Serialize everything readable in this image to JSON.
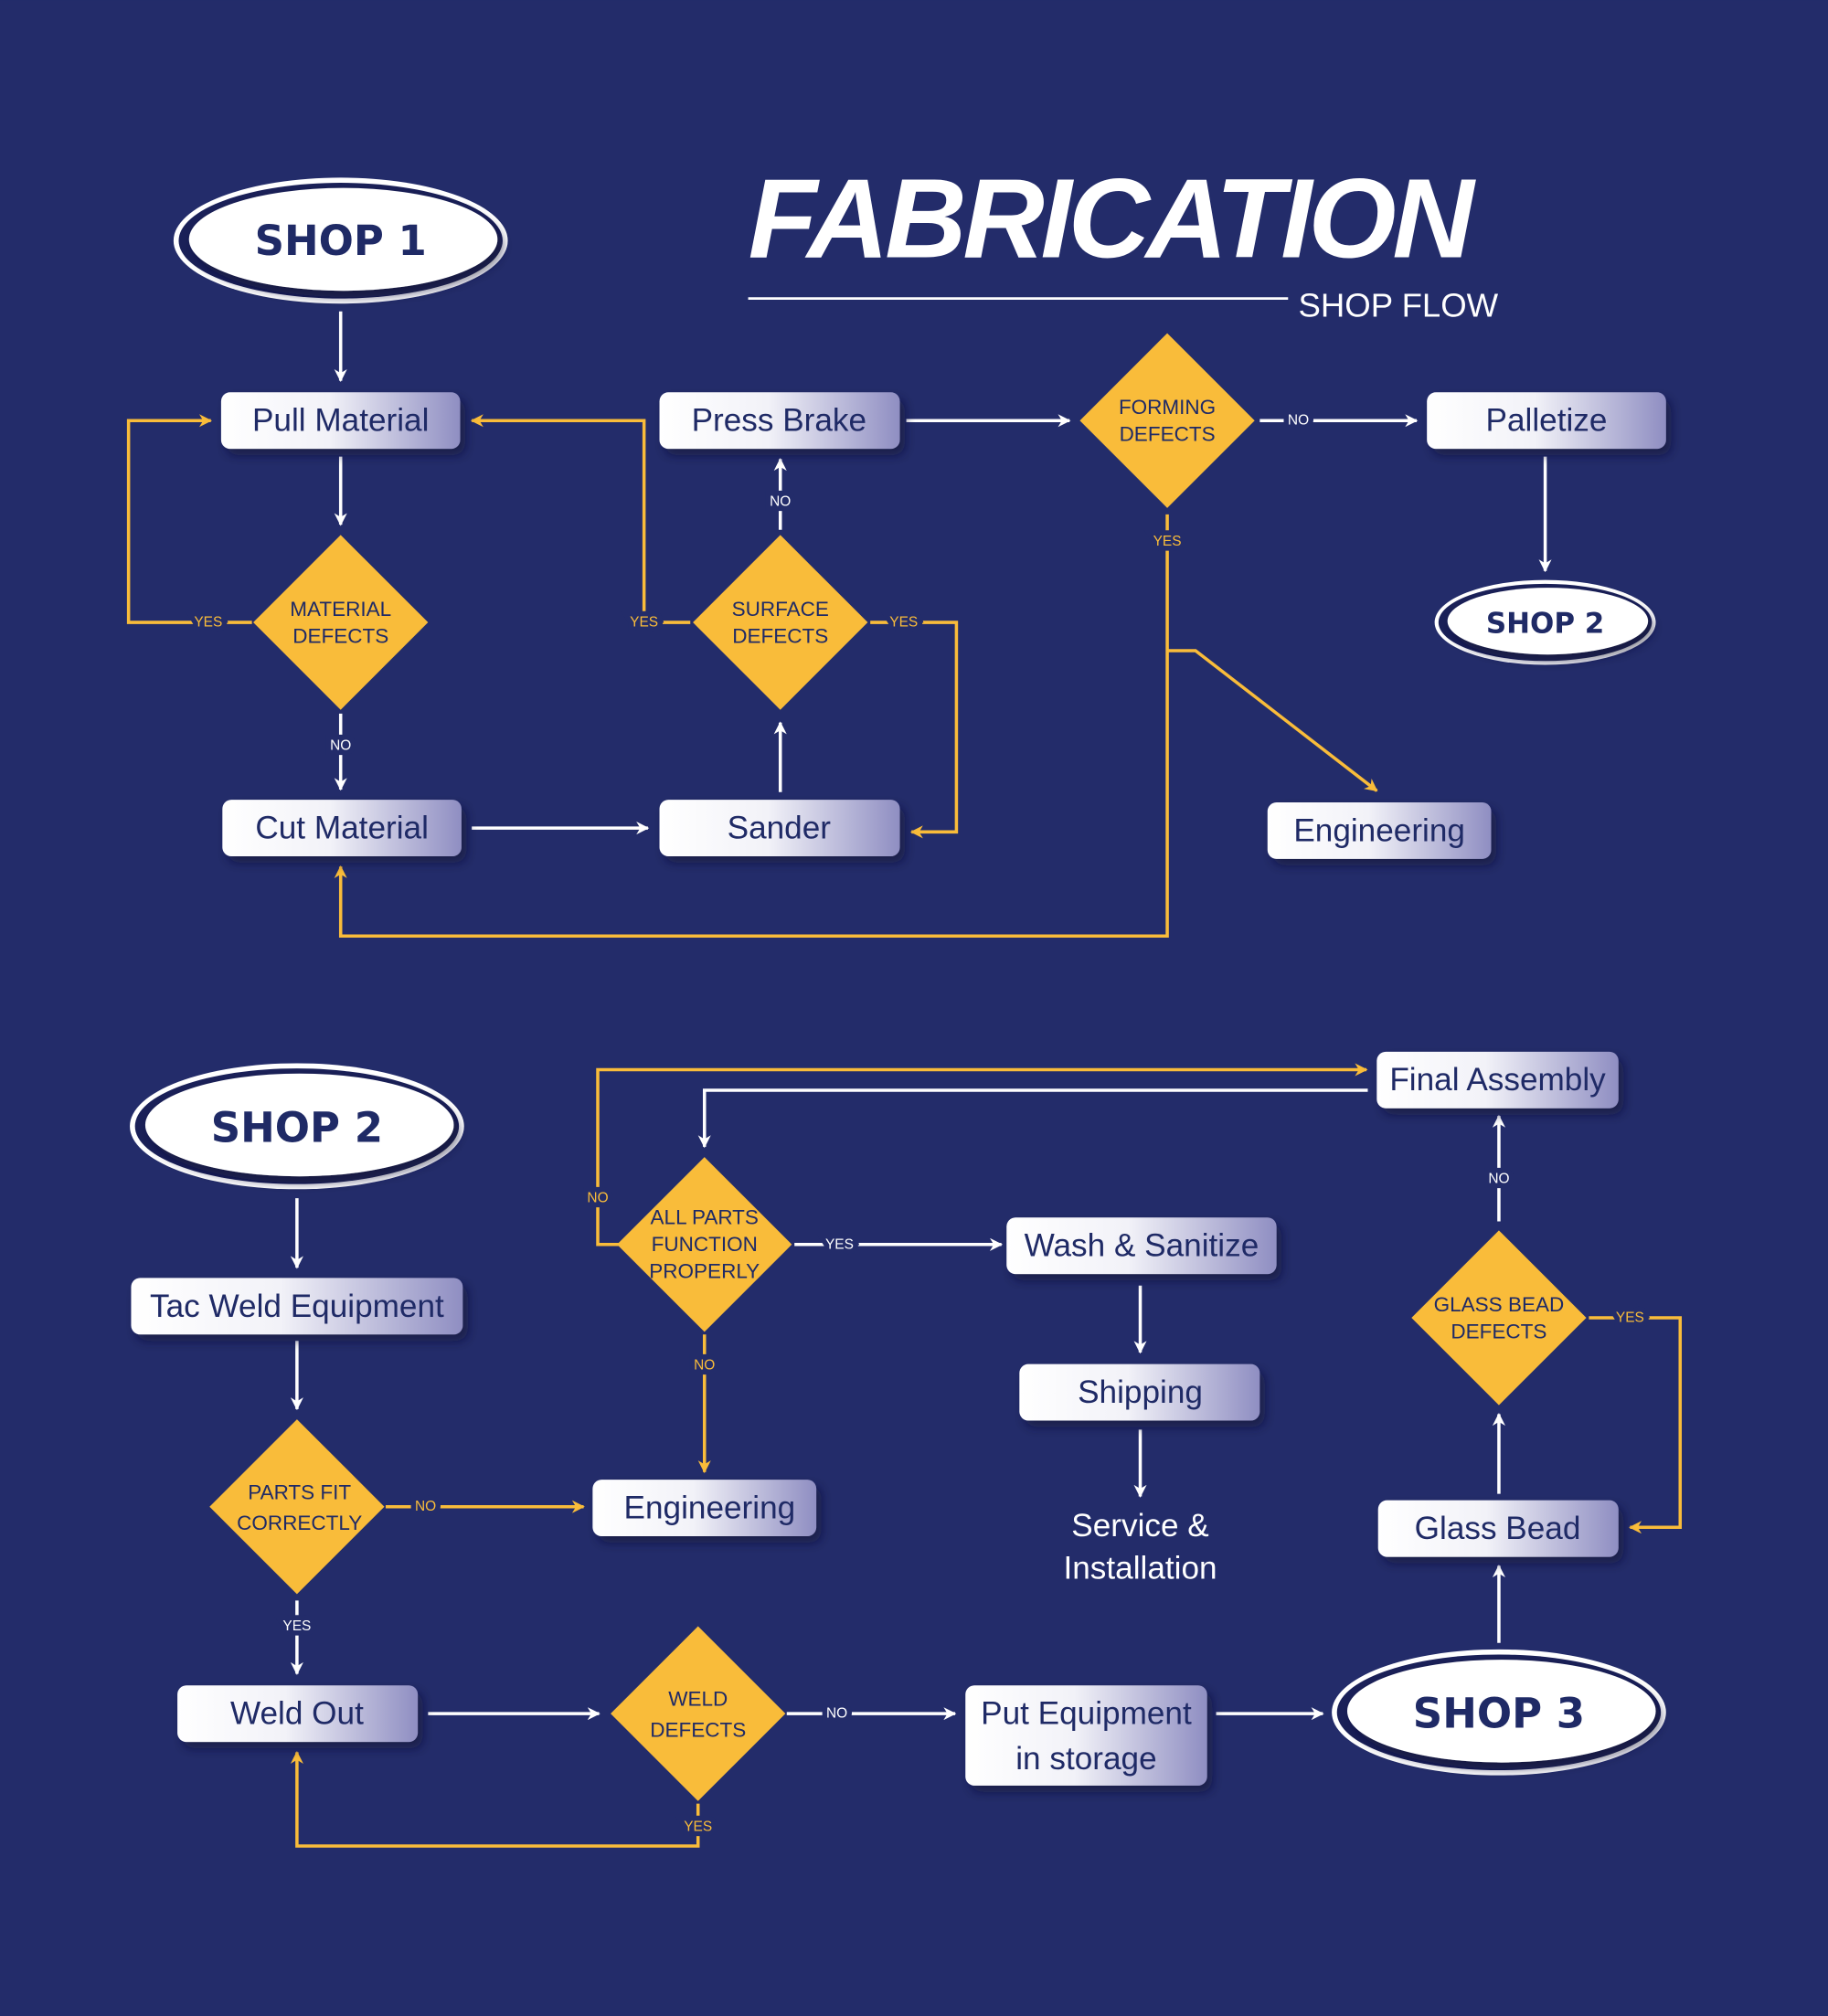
{
  "title": {
    "main": "FABRICATION",
    "subtitle": "SHOP FLOW"
  },
  "colors": {
    "background": "#232c6a",
    "accent": "#f9bc3a",
    "text": "#1f2a66"
  },
  "shop1": {
    "start": "SHOP 1",
    "boxes": {
      "pull": "Pull Material",
      "press": "Press Brake",
      "palletize": "Palletize",
      "cut": "Cut Material",
      "sander": "Sander",
      "engineering": "Engineering"
    },
    "decisions": {
      "material": [
        "MATERIAL",
        "DEFECTS"
      ],
      "surface": [
        "SURFACE",
        "DEFECTS"
      ],
      "forming": [
        "FORMING",
        "DEFECTS"
      ]
    },
    "end": "SHOP 2"
  },
  "shop2": {
    "start": "SHOP 2",
    "boxes": {
      "tac": "Tac Weld Equipment",
      "engineering": "Engineering",
      "weld_out": "Weld Out",
      "storage": [
        "Put Equipment",
        "in storage"
      ],
      "wash": "Wash & Sanitize",
      "shipping": "Shipping",
      "final": "Final Assembly",
      "glass": "Glass Bead"
    },
    "decisions": {
      "parts_fit": [
        "PARTS FIT",
        "CORRECTLY"
      ],
      "weld": [
        "WELD",
        "DEFECTS"
      ],
      "all_parts": [
        "ALL PARTS",
        "FUNCTION",
        "PROPERLY"
      ],
      "glass": [
        "GLASS BEAD",
        "DEFECTS"
      ]
    },
    "service": [
      "Service &",
      "Installation"
    ],
    "end": "SHOP 3"
  },
  "labels": {
    "yes": "YES",
    "no": "NO"
  }
}
